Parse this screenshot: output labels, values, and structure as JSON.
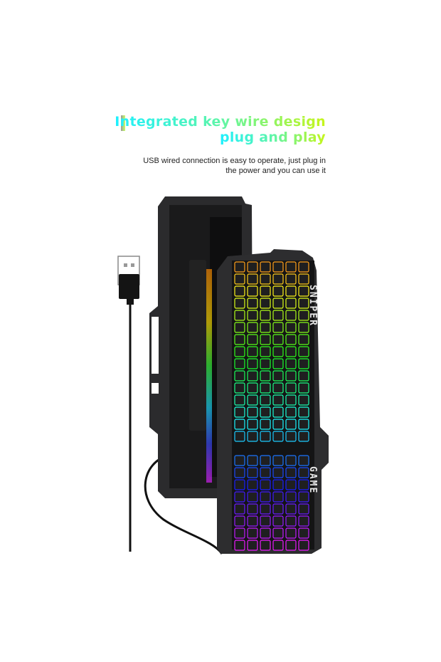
{
  "headline": {
    "line1": "Integrated key wire design",
    "line2": "plug and play"
  },
  "description": {
    "line1": "USB wired connection is easy to operate, just plug in",
    "line2": "the power and you can use it"
  },
  "product": {
    "logo_top": "SNIPER",
    "logo_bottom": "GAME"
  },
  "colors": {
    "gradient_start": "#1ef0ff",
    "gradient_end": "#c6f51a",
    "keyboard_body": "#2a2a2c"
  }
}
